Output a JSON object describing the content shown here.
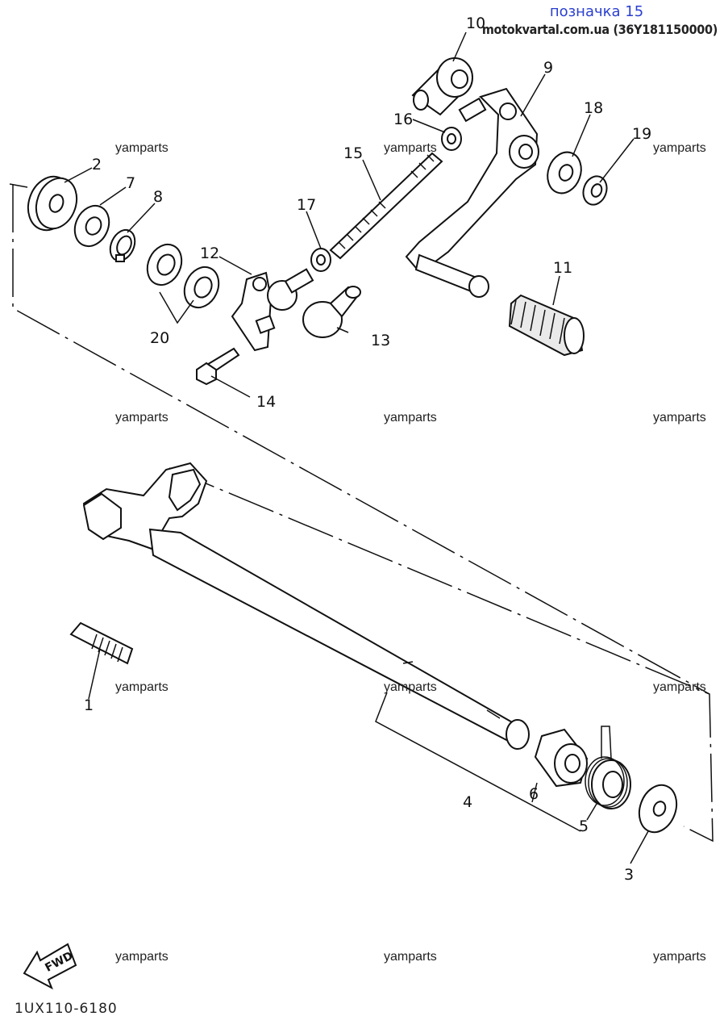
{
  "header": {
    "title": "позначка 15",
    "subtitle": "motokvartal.com.ua (36Y181150000)"
  },
  "watermark": "yamparts",
  "diagram_code": "1UX110-6180",
  "fwd_label": "FWD",
  "callouts": {
    "c1": "1",
    "c2": "2",
    "c3": "3",
    "c4": "4",
    "c5": "5",
    "c6": "6",
    "c7": "7",
    "c8": "8",
    "c9": "9",
    "c10": "10",
    "c11": "11",
    "c12": "12",
    "c13": "13",
    "c14": "14",
    "c15": "15",
    "c16": "16",
    "c17": "17",
    "c18": "18",
    "c19": "19",
    "c20": "20"
  }
}
